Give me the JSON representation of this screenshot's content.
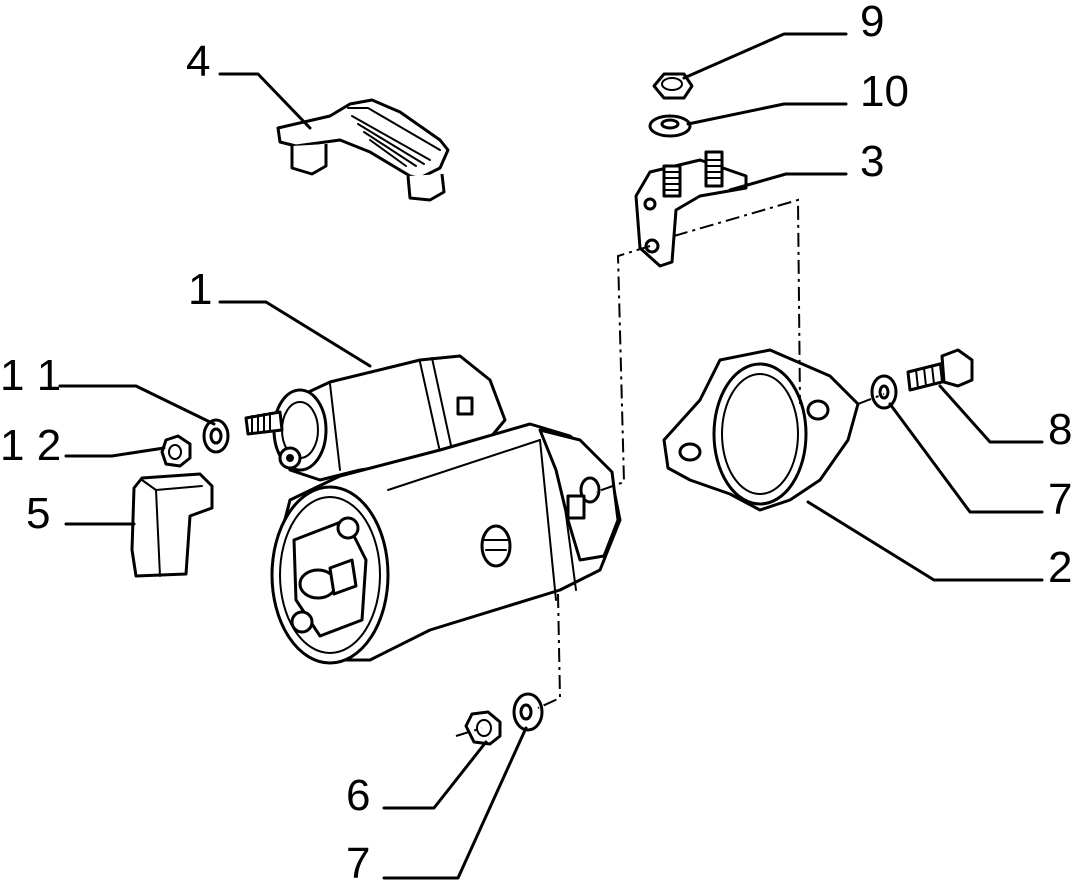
{
  "callouts": [
    {
      "id": "c1",
      "text": "1"
    },
    {
      "id": "c2",
      "text": "2"
    },
    {
      "id": "c3",
      "text": "3"
    },
    {
      "id": "c4",
      "text": "4"
    },
    {
      "id": "c5",
      "text": "5"
    },
    {
      "id": "c6",
      "text": "6"
    },
    {
      "id": "c7a",
      "text": "7"
    },
    {
      "id": "c7b",
      "text": "7"
    },
    {
      "id": "c8",
      "text": "8"
    },
    {
      "id": "c9",
      "text": "9"
    },
    {
      "id": "c10",
      "text": "10"
    },
    {
      "id": "c11",
      "text": "1 1"
    },
    {
      "id": "c12",
      "text": "1 2"
    }
  ]
}
